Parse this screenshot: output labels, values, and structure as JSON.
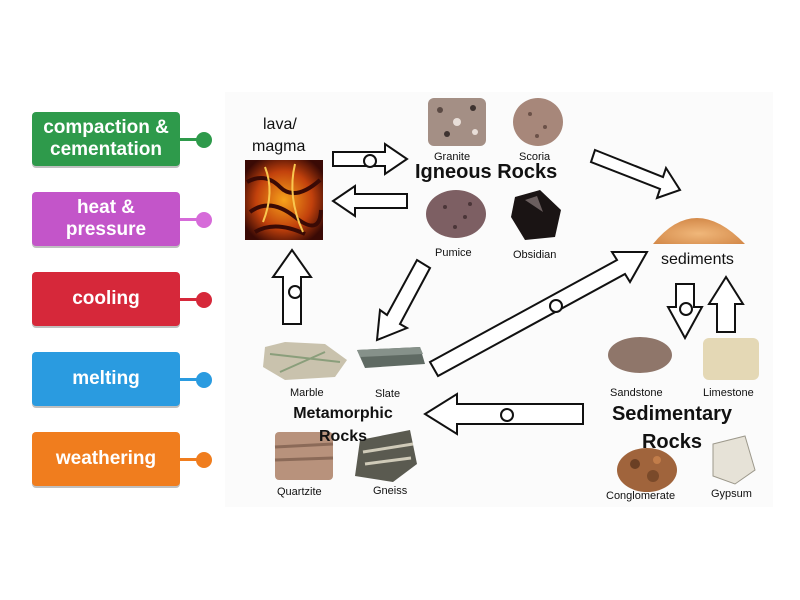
{
  "labels": [
    {
      "text": "compaction & cementation",
      "line1": "compaction &",
      "line2": "cementation",
      "color": "#2e9a4b",
      "dot": "#2e9a4b"
    },
    {
      "text": "heat & pressure",
      "line1": "heat &",
      "line2": "pressure",
      "color": "#c355c9",
      "dot": "#d66bd9"
    },
    {
      "text": "cooling",
      "line1": "cooling",
      "line2": "",
      "color": "#d6283a",
      "dot": "#d6283a"
    },
    {
      "text": "melting",
      "line1": "melting",
      "line2": "",
      "color": "#2a9be0",
      "dot": "#2a9be0"
    },
    {
      "text": "weathering",
      "line1": "weathering",
      "line2": "",
      "color": "#f07d1e",
      "dot": "#f07d1e"
    }
  ],
  "diagram": {
    "lava": "lava/",
    "magma": "magma",
    "igneous_title": "Igneous Rocks",
    "granite": "Granite",
    "scoria": "Scoria",
    "pumice": "Pumice",
    "obsidian": "Obsidian",
    "sediments": "sediments",
    "metamorphic_line1": "Metamorphic",
    "metamorphic_line2": "Rocks",
    "marble": "Marble",
    "slate": "Slate",
    "quartzite": "Quartzite",
    "gneiss": "Gneiss",
    "sedimentary_line1": "Sedimentary",
    "sedimentary_line2": "Rocks",
    "sandstone": "Sandstone",
    "limestone": "Limestone",
    "conglomerate": "Conglomerate",
    "gypsum": "Gypsum"
  }
}
